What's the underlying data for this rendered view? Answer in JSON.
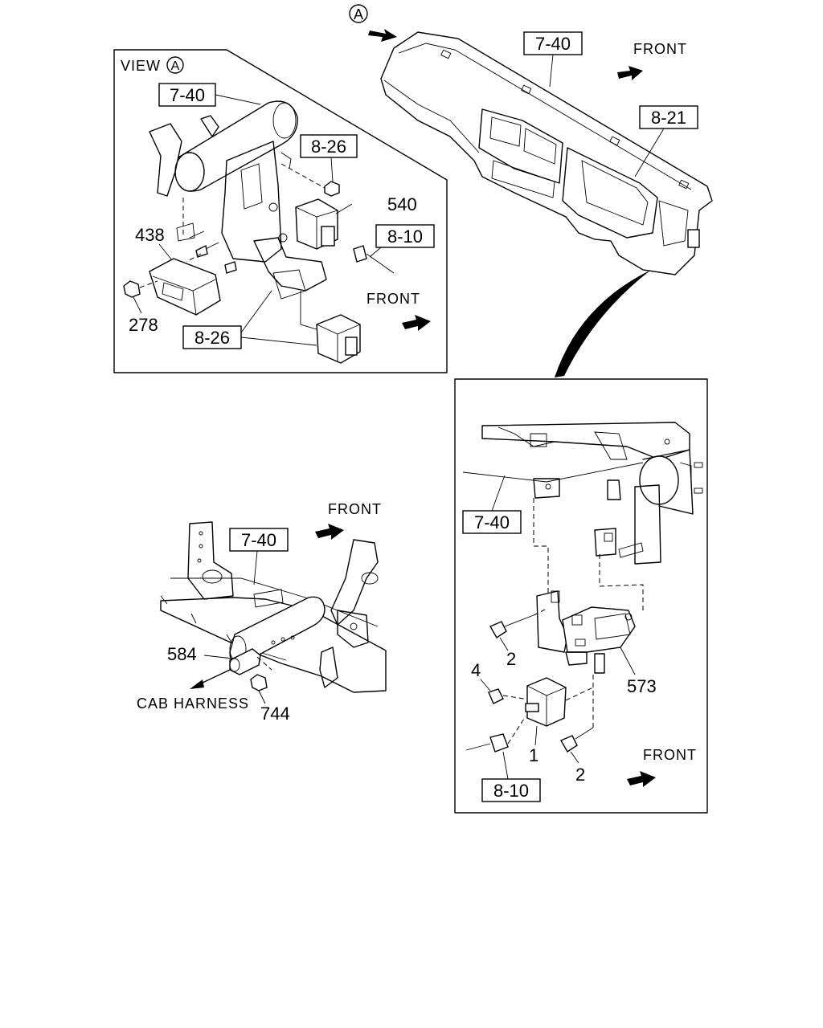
{
  "view_marker": "A",
  "view_label": "VIEW",
  "front_label": "FRONT",
  "cab_harness_label": "CAB HARNESS",
  "ref_boxes": {
    "r740": "7-40",
    "r821": "8-21",
    "r826": "8-26",
    "r810": "8-10"
  },
  "part_numbers": {
    "p540": "540",
    "p438": "438",
    "p278": "278",
    "p584": "584",
    "p744": "744",
    "p573": "573",
    "p1": "1",
    "p2": "2",
    "p4": "4"
  }
}
